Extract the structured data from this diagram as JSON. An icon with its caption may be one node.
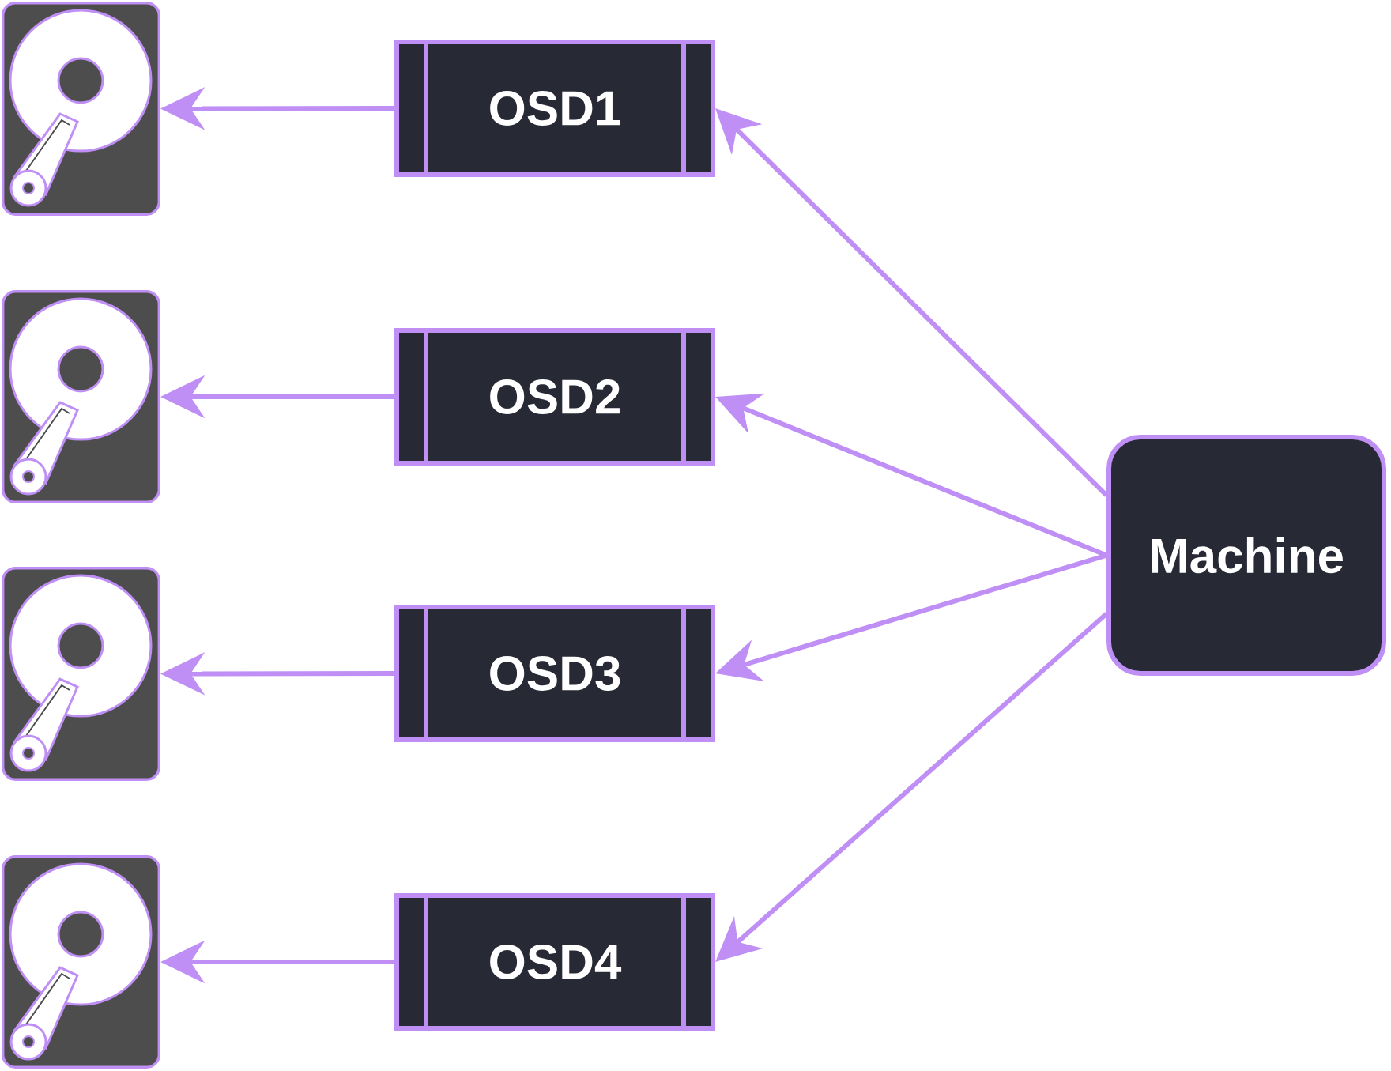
{
  "diagram": {
    "nodes": [
      {
        "text": [],
        "shape": "picture"
      },
      {
        "text": [
          "OSD1"
        ]
      },
      {
        "text": [],
        "shape": "picture"
      },
      {
        "text": [
          "OSD2"
        ]
      },
      {
        "text": [],
        "shape": "picture"
      },
      {
        "text": [
          "OSD3"
        ]
      },
      {
        "text": [],
        "shape": "picture"
      },
      {
        "text": [
          "OSD4"
        ]
      },
      {
        "text": [
          "Machine"
        ]
      }
    ],
    "edges": [
      {
        "from": 1,
        "to": 0,
        "arrow": "to"
      },
      {
        "from": 3,
        "to": 2,
        "arrow": "to"
      },
      {
        "from": 5,
        "to": 4,
        "arrow": "to"
      },
      {
        "from": 7,
        "to": 6,
        "arrow": "to"
      },
      {
        "from": 8,
        "to": 1,
        "arrow": "to"
      },
      {
        "from": 8,
        "to": 3,
        "arrow": "to"
      },
      {
        "from": 8,
        "to": 5,
        "arrow": "to"
      },
      {
        "from": 8,
        "to": 7,
        "arrow": "to"
      }
    ]
  }
}
